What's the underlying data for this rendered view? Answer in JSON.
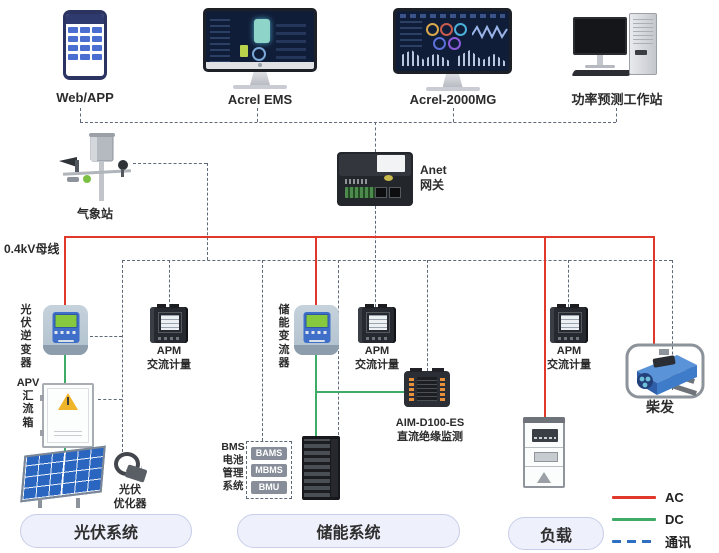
{
  "top_row": {
    "webapp": "Web/APP",
    "acrel_ems": "Acrel EMS",
    "acrel_2000mg": "Acrel-2000MG",
    "workstation": "功率预测工作站"
  },
  "network": {
    "gateway_label": "Anet\n网关",
    "weather_station_label": "气象站",
    "busbar_label": "0.4kV母线"
  },
  "pv_system": {
    "inverter_label": "光\n伏\n逆\n变\n器",
    "apm_label": "APM\n交流计量",
    "combiner_label": "APV\n汇\n流\n箱",
    "optimizer_label": "光伏\n优化器",
    "section_pill": "光伏系统"
  },
  "storage_system": {
    "converter_label": "储\n能\n变\n流\n器",
    "apm_label": "APM\n交流计量",
    "bms_label": "BMS\n电池\n管理\n系统",
    "bms_units": [
      "BAMS",
      "MBMS",
      "BMU"
    ],
    "aim_label": "AIM-D100-ES\n直流绝缘监测",
    "section_pill": "储能系统"
  },
  "load_system": {
    "apm_label": "APM\n交流计量",
    "section_pill": "负载"
  },
  "genset_label": "柴发",
  "colors": {
    "ac": "#e0392b",
    "dc": "#3eab67",
    "comm_legend": "#2e6fc1",
    "comm_diagram": "#5f6a78"
  },
  "legend": [
    {
      "label": "AC",
      "style": "solid-red"
    },
    {
      "label": "DC",
      "style": "solid-green"
    },
    {
      "label": "通讯",
      "style": "dashed-blue"
    }
  ]
}
